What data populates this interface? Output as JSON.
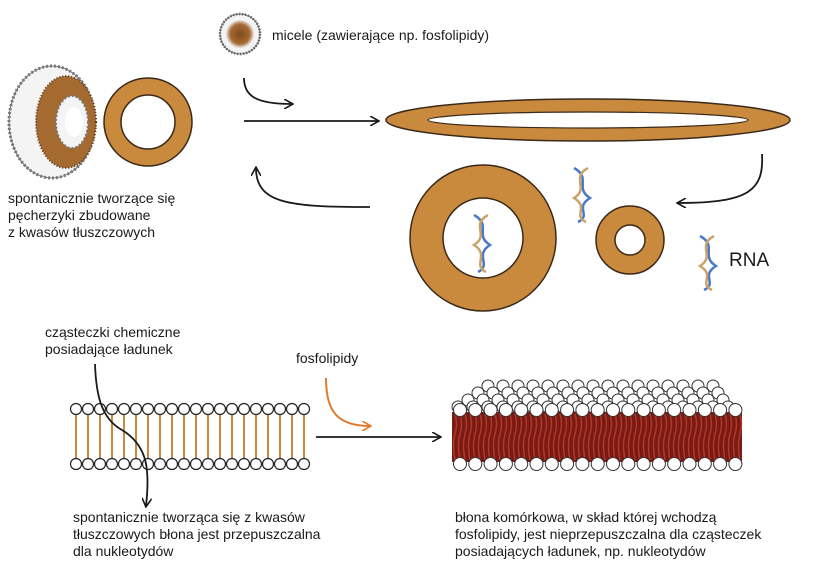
{
  "labels": {
    "micelles": "micele (zawierające np. fosfolipidy)",
    "vesicles": "spontanicznie tworzące się\npęcherzyki zbudowane\nz kwasów tłuszczowych",
    "rna": "RNA",
    "charged": "cząsteczki chemiczne\nposiadające ładunek",
    "phospholipids": "fosfolipidy",
    "fatty_membrane": "spontanicznie tworząca się z kwasów\ntłuszczowych błona jest przepuszczalna\ndla nukleotydów",
    "cell_membrane": "błona komórkowa, w skład której wchodzą\nfosfolipidy, jest nieprzepuszczalna dla cząsteczek\nposiadających ładunek, np. nukleotydów"
  },
  "colors": {
    "membrane": "#c98a3e",
    "membrane_stroke": "#3a2a1a",
    "arrow": "#1a1a1a",
    "orange_arrow": "#e07a2e",
    "lipid_tail": "#b23a2a",
    "rna_blue": "#4a78c8",
    "rna_tan": "#c9a46a"
  }
}
